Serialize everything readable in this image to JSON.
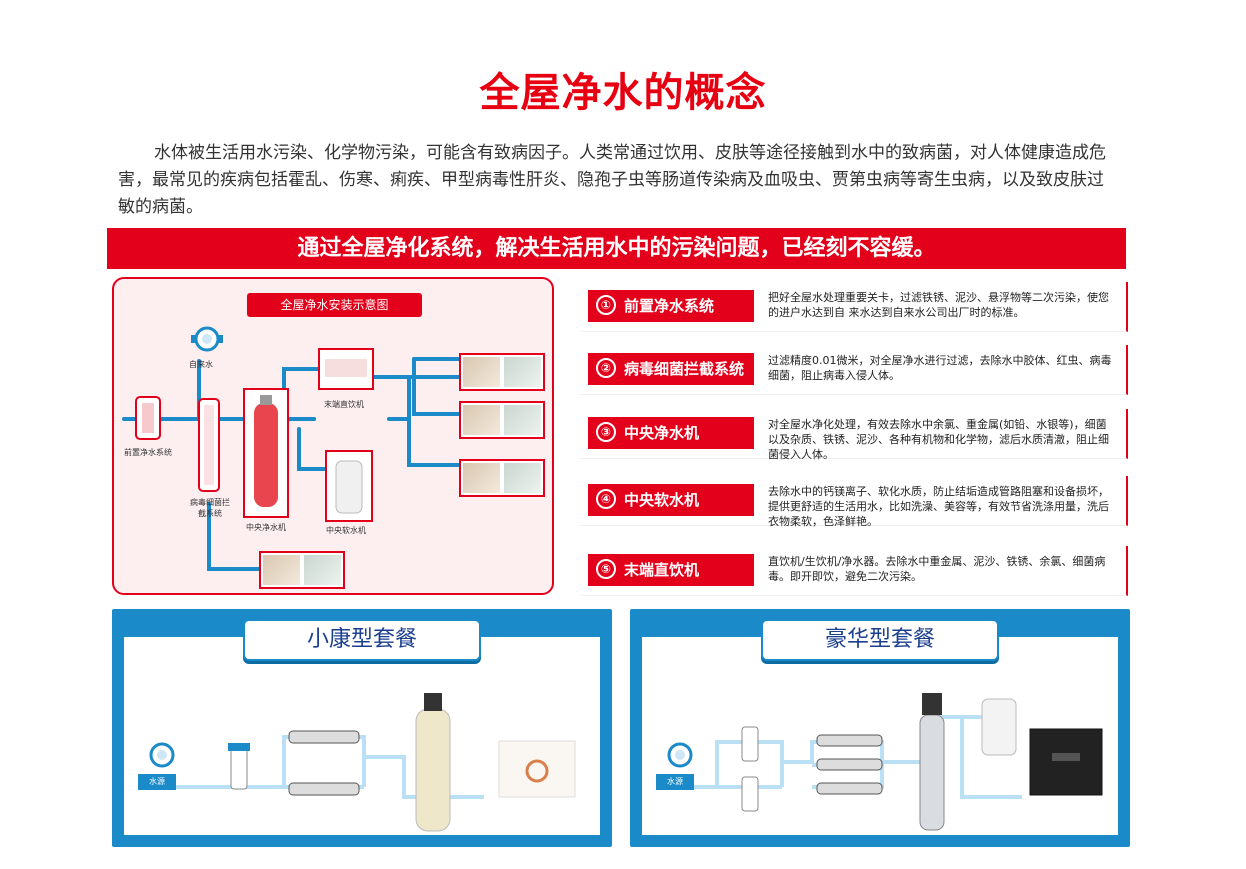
{
  "header": {
    "title": "全屋净水的概念",
    "intro": "水体被生活用水污染、化学物污染，可能含有致病因子。人类常通过饮用、皮肤等途径接触到水中的致病菌，对人体健康造成危害，最常见的疾病包括霍乱、伤寒、痢疾、甲型病毒性肝炎、隐孢子虫等肠道传染病及血吸虫、贾第虫病等寄生虫病，以及致皮肤过敏的病菌。",
    "banner": "通过全屋净化系统，解决生活用水中的污染问题，已经刻不容缓。"
  },
  "diagram": {
    "title": "全屋净水安装示意图",
    "labels": {
      "meter": "自来水",
      "prefilter": "前置净水系统",
      "uv": "病毒细菌拦截系统",
      "central": "中央净水机",
      "softener": "中央软水机",
      "drinker": "末端直饮机"
    }
  },
  "steps": [
    {
      "num": "①",
      "label": "前置净水系统",
      "text": "把好全屋水处理重要关卡，过滤铁锈、泥沙、悬浮物等二次污染，使您的进户水达到自 来水达到自来水公司出厂时的标准。"
    },
    {
      "num": "②",
      "label": "病毒细菌拦截系统",
      "text": "过滤精度0.01微米，对全屋净水进行过滤，去除水中胶体、红虫、病毒细菌，阻止病毒入侵人体。"
    },
    {
      "num": "③",
      "label": "中央净水机",
      "text": "对全屋水净化处理，有效去除水中余氯、重金属(如铅、水银等)，细菌以及杂质、铁锈、泥沙、各种有机物和化学物，滤后水质清澈，阻止细菌侵入人体。"
    },
    {
      "num": "④",
      "label": "中央软水机",
      "text": "去除水中的钙镁离子、软化水质，防止结垢造成管路阻塞和设备损坏，提供更舒适的生活用水，比如洗澡、美容等，有效节省洗涤用量，洗后衣物柔软，色泽鲜艳。"
    },
    {
      "num": "⑤",
      "label": "末端直饮机",
      "text": "直饮机/生饮机/净水器。去除水中重金属、泥沙、铁锈、余氯、细菌病毒。即开即饮，避免二次污染。"
    }
  ],
  "packages": [
    {
      "title": "小康型套餐",
      "meter_label": "水源"
    },
    {
      "title": "豪华型套餐",
      "meter_label": "水源"
    }
  ],
  "colors": {
    "brand_red": "#e3001b",
    "pipe_blue": "#1a8ac9",
    "pkg_blue": "#1a8ac9"
  }
}
